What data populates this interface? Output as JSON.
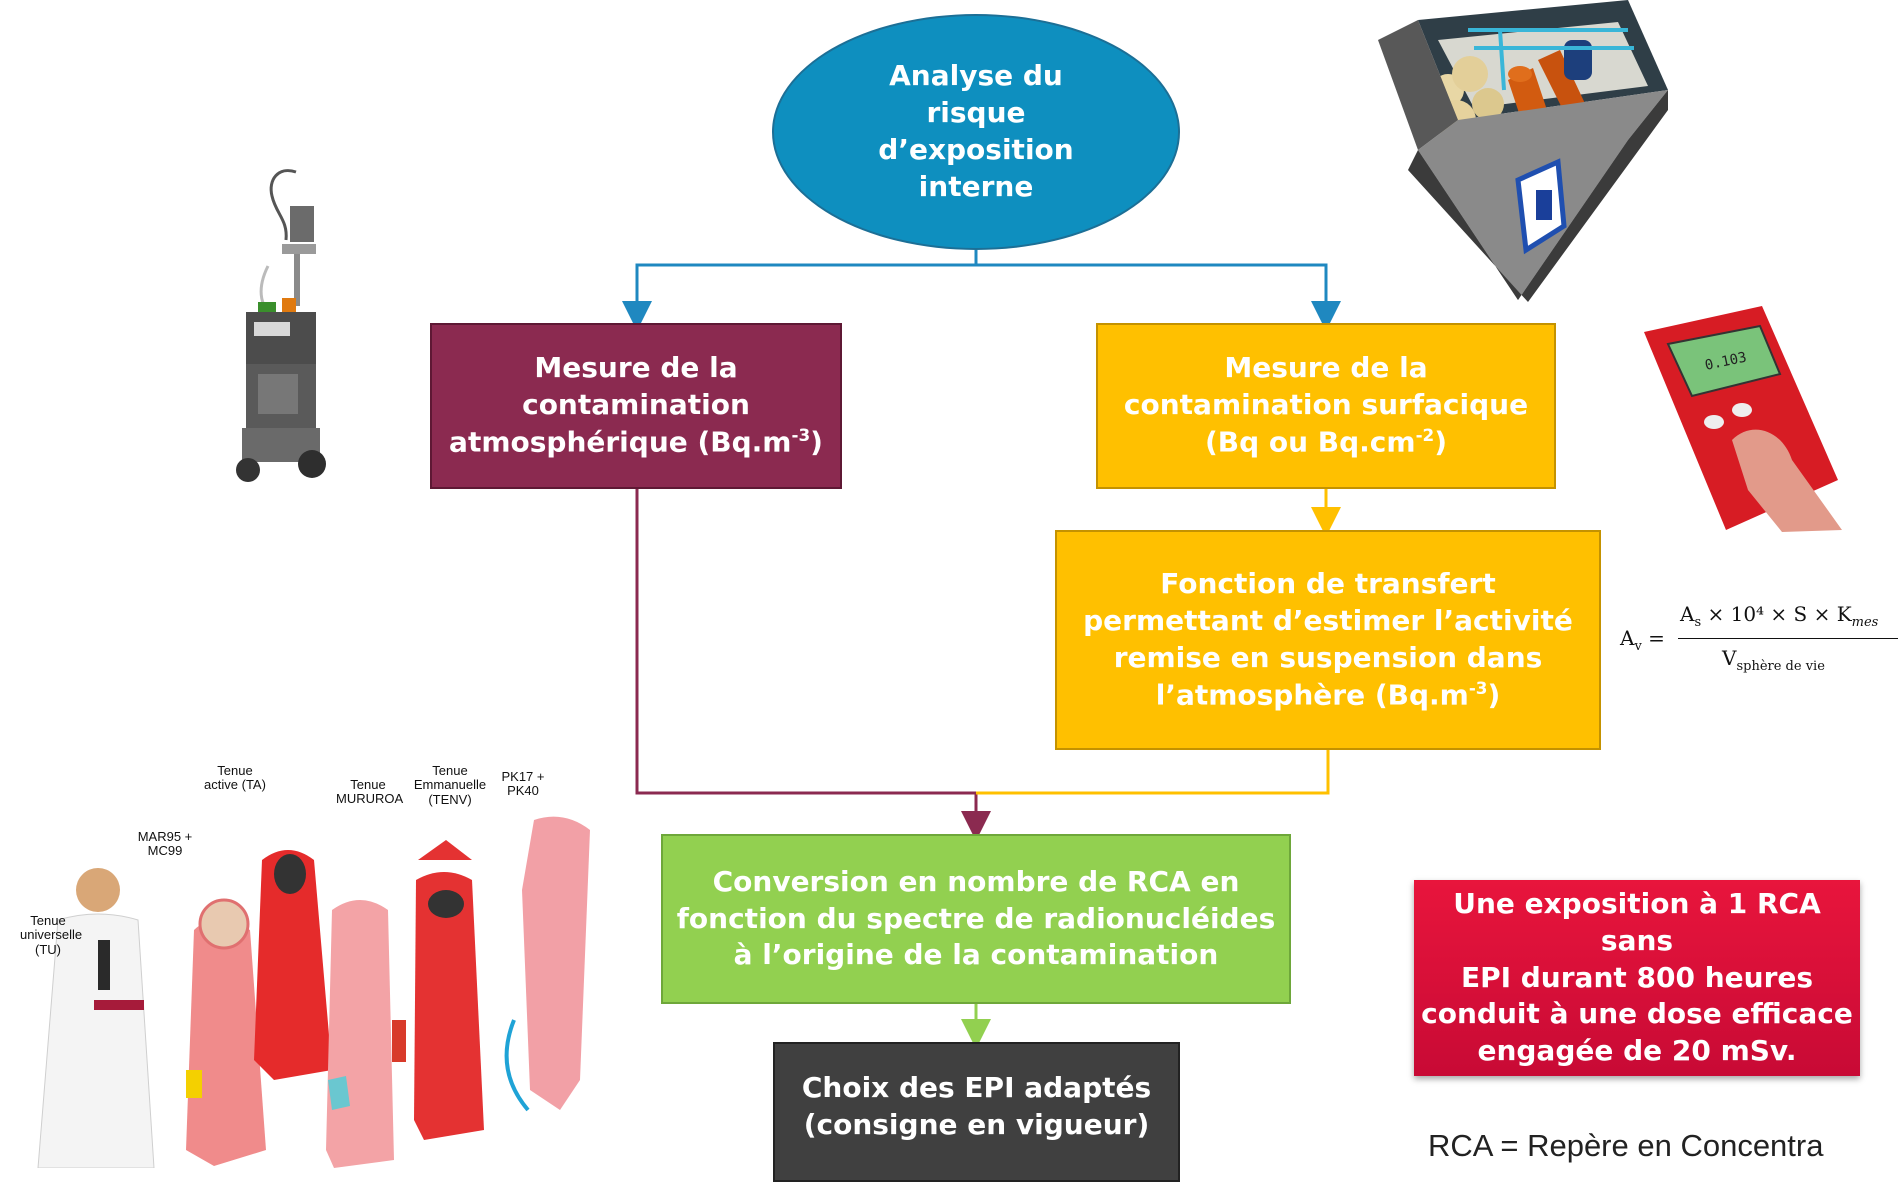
{
  "nodes": {
    "analyse": {
      "lines": [
        "Analyse du",
        "risque",
        "d’exposition",
        "interne"
      ]
    },
    "atmospherique": {
      "lines": [
        "Mesure de la",
        "contamination",
        "atmosphérique (Bq.m-3)"
      ]
    },
    "surfacique": {
      "lines": [
        "Mesure de la",
        "contamination surfacique",
        "(Bq ou Bq.cm-2)"
      ]
    },
    "transfert": {
      "lines": [
        "Fonction de transfert",
        "permettant d’estimer l’activité",
        "remise en suspension dans",
        "l’atmosphère (Bq.m-3)"
      ]
    },
    "conversion": {
      "lines": [
        "Conversion en nombre de RCA en",
        "fonction du spectre de radionucléides",
        "à l’origine de la contamination"
      ]
    },
    "choix": {
      "lines": [
        "Choix des EPI adaptés",
        "(consigne en vigueur)"
      ]
    }
  },
  "note": {
    "lines": [
      "Une exposition à 1 RCA sans",
      "EPI durant 800 heures",
      "conduit à une dose efficace",
      "engagée de 20 mSv."
    ]
  },
  "legend": "RCA = Repère en Concentra",
  "formula": {
    "lhs": "Av =",
    "numerator": "As × 10⁴ × S × Kmes",
    "denominator": "Vsphère de vie"
  },
  "suit_labels": {
    "tu": "Tenue universelle (TU)",
    "mar": "MAR95 + MC99",
    "ta": "Tenue active (TA)",
    "mururoa": "Tenue MURUROA",
    "tenv": "Tenue Emmanuelle (TENV)",
    "pk": "PK17 + PK40"
  },
  "colors": {
    "oval": "#0e8fbf",
    "atmospherique": "#8b2a50",
    "surfacique": "#ffc000",
    "conversion": "#92d050",
    "choix": "#404040",
    "note": "#e8153c"
  },
  "counter_display": "0.103"
}
